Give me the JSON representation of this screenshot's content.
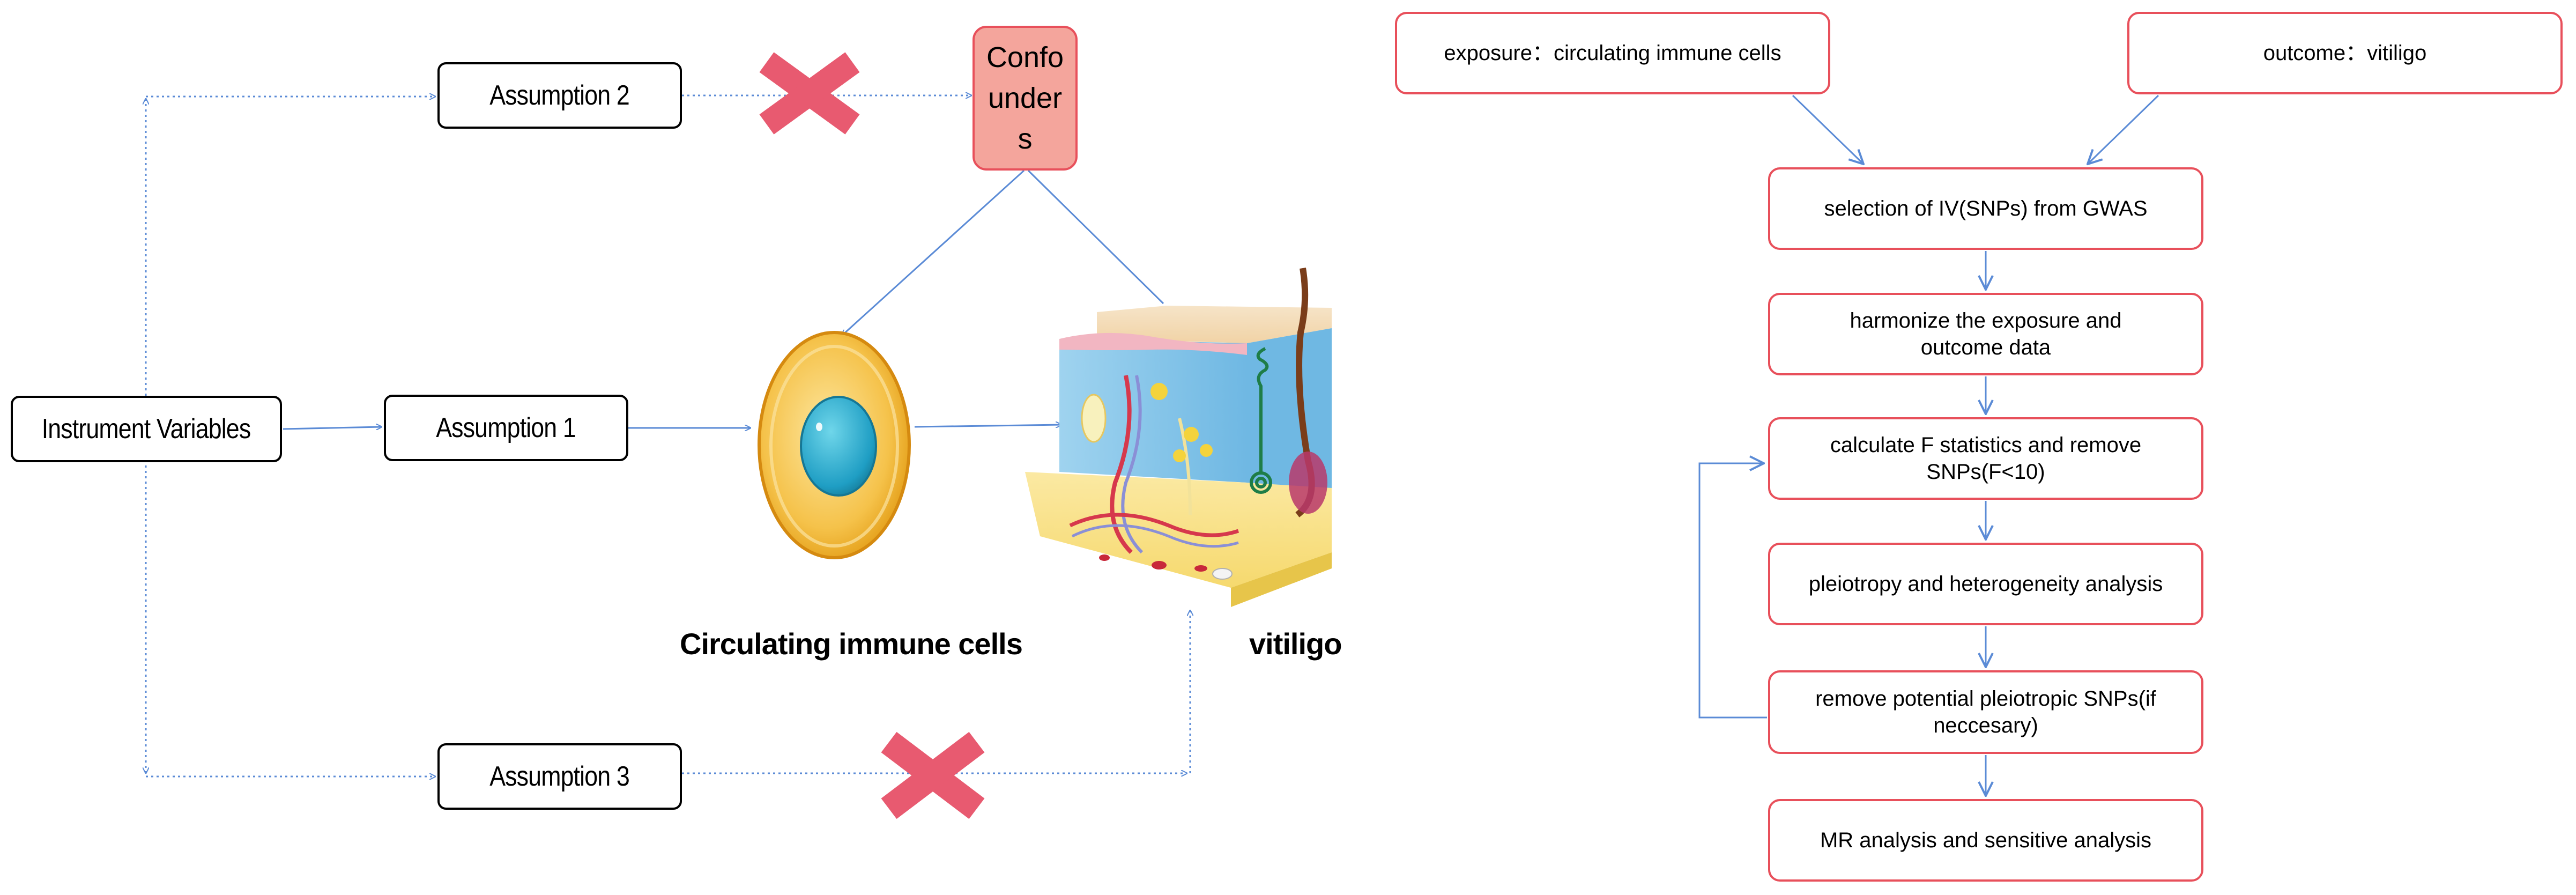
{
  "left_diagram": {
    "instrument_variables": "Instrument Variables",
    "assumption_1": "Assumption 1",
    "assumption_2": "Assumption 2",
    "assumption_3": "Assumption 3",
    "confounders": "Confounders",
    "immune_cells_caption": "Circulating immune cells",
    "vitiligo_caption": "vitiligo"
  },
  "flowchart": {
    "exposure": "exposure：circulating immune cells",
    "outcome": "outcome：vitiligo",
    "steps": [
      "selection of IV(SNPs) from GWAS",
      "harmonize the exposure and outcome data",
      "calculate F statistics and remove SNPs(F<10)",
      "pleiotropy and heterogeneity analysis",
      "remove potential pleiotropic SNPs(if neccesary)",
      "MR analysis and sensitive analysis"
    ]
  },
  "colors": {
    "arrow": "#5b8bd6",
    "box_border_red": "#e8505b",
    "cross_mark": "#e85a70",
    "confounders_fill": "#f4a59c"
  }
}
